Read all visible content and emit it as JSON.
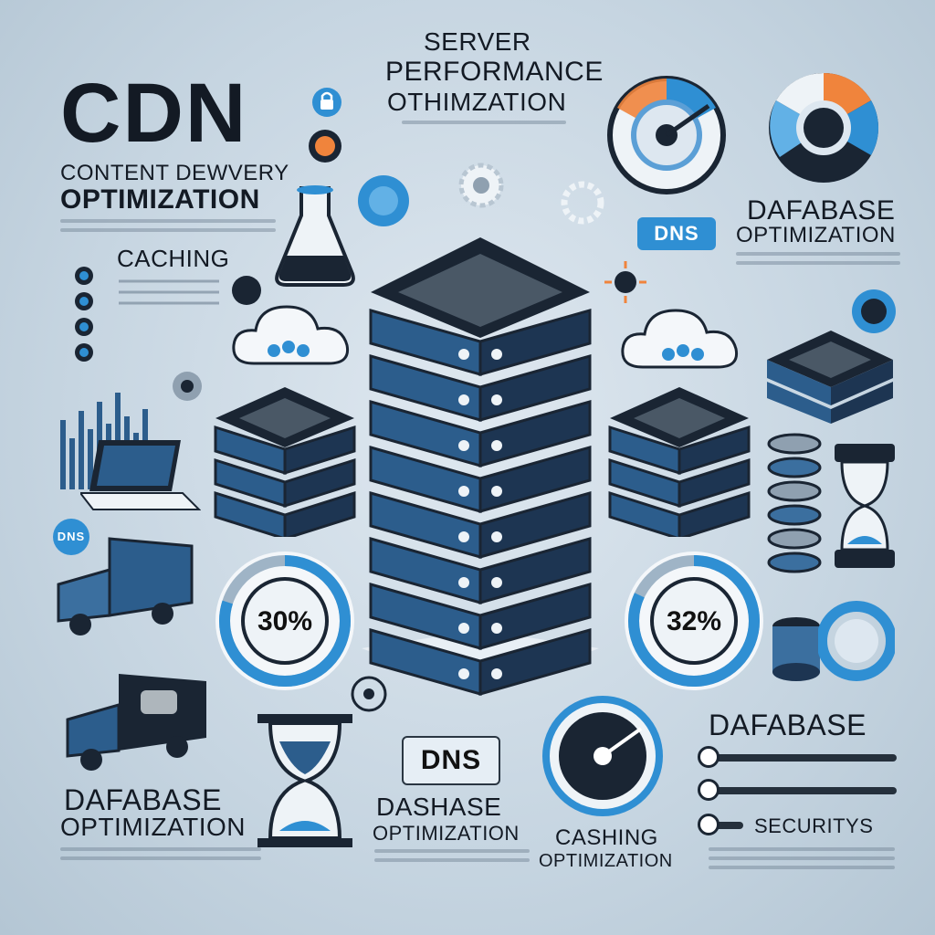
{
  "headings": {
    "cdn": "CDN",
    "cdn_sub_1": "CONTENT DEWVERY",
    "cdn_sub_2": "OPTIMIZATION",
    "caching_left": "CACHING",
    "server_1": "SERVER",
    "server_2": "PERFORMANCE",
    "server_3": "OTHIMZATION",
    "db_right_1": "DAFABASE",
    "db_right_2": "OPTIMIZATION",
    "db_left_1": "DAFABASE",
    "db_left_2": "OPTIMIZATION",
    "dashase_1": "DASHASE",
    "dashase_2": "OPTIMIZATION",
    "cashing_1": "CASHING",
    "cashing_2": "OPTIMIZATION",
    "dafabase_br": "DAFABASE",
    "securitys": "SECURITYS"
  },
  "badges": {
    "dns_top": "DNS",
    "dns_center": "DNS",
    "dns_left": "DNS"
  },
  "gauges": {
    "left_value": "30%",
    "right_value": "32%",
    "left_fraction": 0.3,
    "right_fraction": 0.32
  },
  "sliders": [
    {
      "value": 0.05
    },
    {
      "value": 0.05
    },
    {
      "value": 0.05
    }
  ],
  "colors": {
    "accent_blue": "#2f8fd3",
    "dark_navy": "#1a2533",
    "orange": "#f0843c",
    "server_face": "#2c5d8c"
  },
  "icons": [
    "server-rack-icon",
    "cloud-icon",
    "flask-icon",
    "hourglass-icon",
    "truck-icon",
    "laptop-icon",
    "speedometer-icon",
    "database-icon",
    "gear-icon",
    "bar-chart-icon"
  ]
}
